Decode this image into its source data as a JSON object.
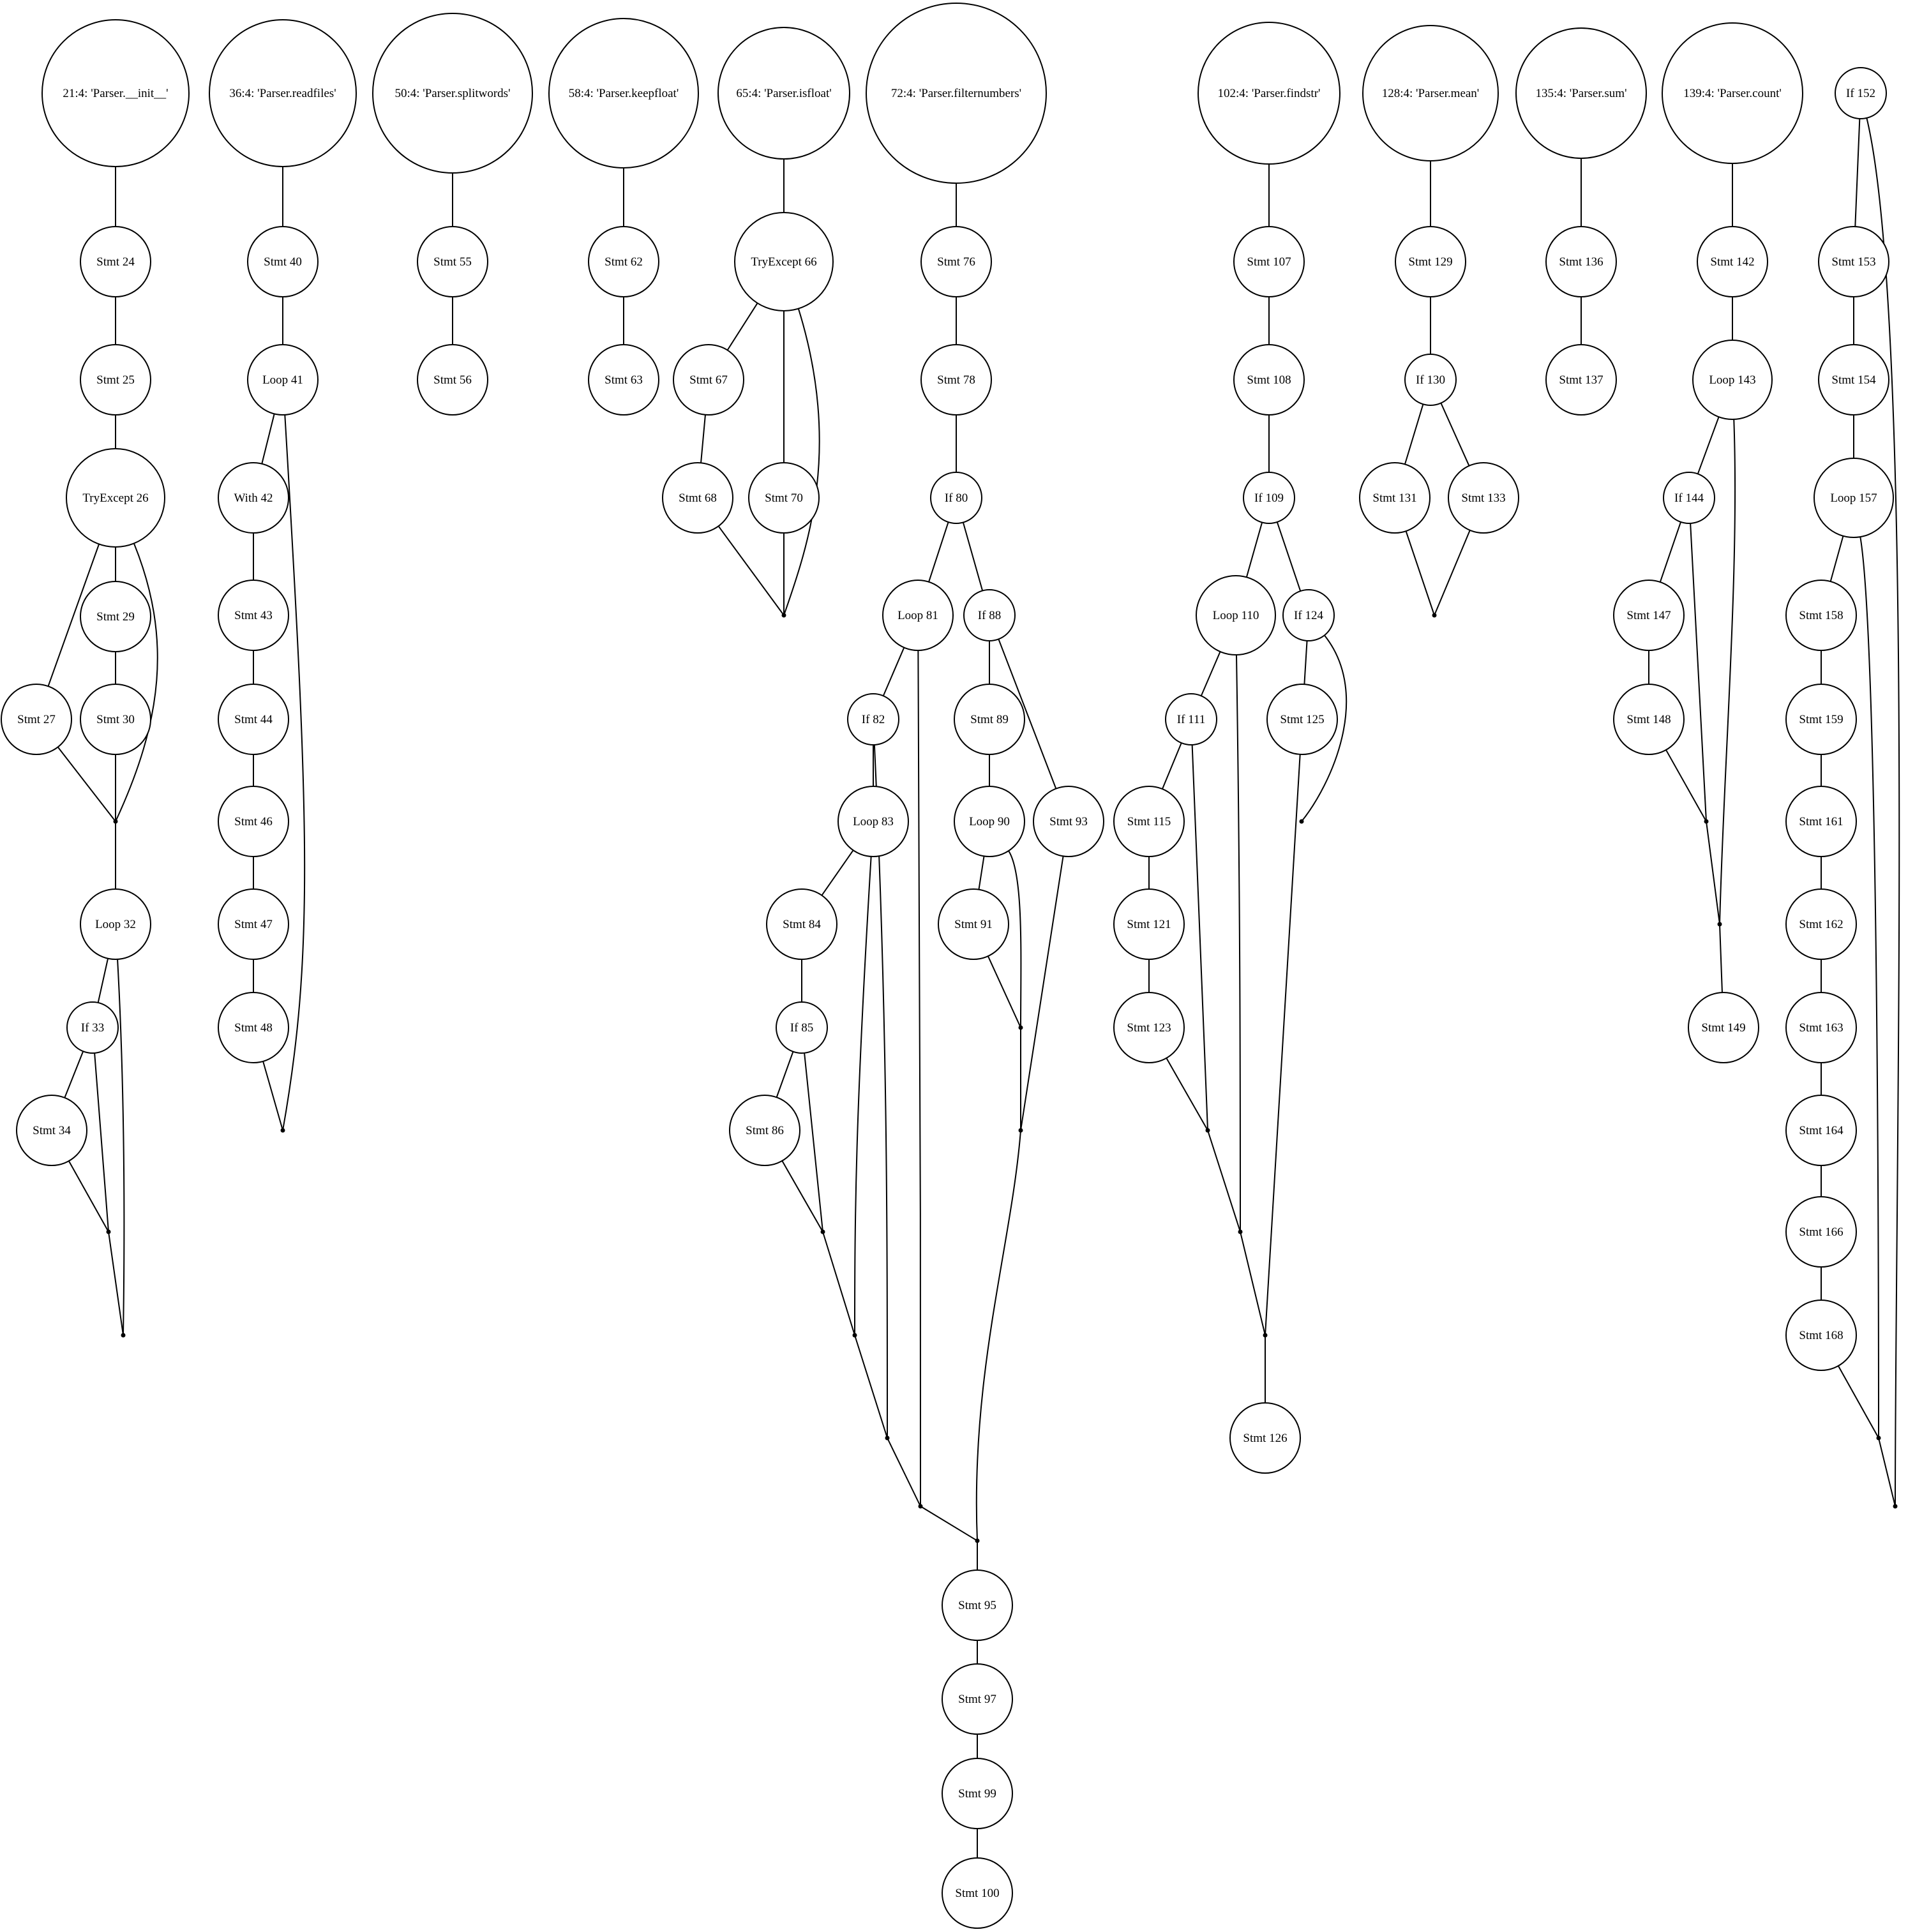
{
  "graph": {
    "nodes": [
      {
        "id": "n21",
        "label": "21:4: 'Parser.__init__'"
      },
      {
        "id": "n24",
        "label": "Stmt 24"
      },
      {
        "id": "n25",
        "label": "Stmt 25"
      },
      {
        "id": "n26",
        "label": "TryExcept 26"
      },
      {
        "id": "n27",
        "label": "Stmt 27"
      },
      {
        "id": "n29",
        "label": "Stmt 29"
      },
      {
        "id": "n30",
        "label": "Stmt 30"
      },
      {
        "id": "n32",
        "label": "Loop 32"
      },
      {
        "id": "n33",
        "label": "If 33"
      },
      {
        "id": "n34",
        "label": "Stmt 34"
      },
      {
        "id": "n36",
        "label": "36:4: 'Parser.readfiles'"
      },
      {
        "id": "n40",
        "label": "Stmt 40"
      },
      {
        "id": "n41",
        "label": "Loop 41"
      },
      {
        "id": "n42",
        "label": "With 42"
      },
      {
        "id": "n43",
        "label": "Stmt 43"
      },
      {
        "id": "n44",
        "label": "Stmt 44"
      },
      {
        "id": "n46",
        "label": "Stmt 46"
      },
      {
        "id": "n47",
        "label": "Stmt 47"
      },
      {
        "id": "n48",
        "label": "Stmt 48"
      },
      {
        "id": "n50",
        "label": "50:4: 'Parser.splitwords'"
      },
      {
        "id": "n55",
        "label": "Stmt 55"
      },
      {
        "id": "n56",
        "label": "Stmt 56"
      },
      {
        "id": "n58",
        "label": "58:4: 'Parser.keepfloat'"
      },
      {
        "id": "n62",
        "label": "Stmt 62"
      },
      {
        "id": "n63",
        "label": "Stmt 63"
      },
      {
        "id": "n65",
        "label": "65:4: 'Parser.isfloat'"
      },
      {
        "id": "n66",
        "label": "TryExcept 66"
      },
      {
        "id": "n67",
        "label": "Stmt 67"
      },
      {
        "id": "n68",
        "label": "Stmt 68"
      },
      {
        "id": "n70",
        "label": "Stmt 70"
      },
      {
        "id": "n72",
        "label": "72:4: 'Parser.filternumbers'"
      },
      {
        "id": "n76",
        "label": "Stmt 76"
      },
      {
        "id": "n78",
        "label": "Stmt 78"
      },
      {
        "id": "n80",
        "label": "If 80"
      },
      {
        "id": "n81",
        "label": "Loop 81"
      },
      {
        "id": "n82",
        "label": "If 82"
      },
      {
        "id": "n83",
        "label": "Loop 83"
      },
      {
        "id": "n84",
        "label": "Stmt 84"
      },
      {
        "id": "n85",
        "label": "If 85"
      },
      {
        "id": "n86",
        "label": "Stmt 86"
      },
      {
        "id": "n88",
        "label": "If 88"
      },
      {
        "id": "n89",
        "label": "Stmt 89"
      },
      {
        "id": "n90",
        "label": "Loop 90"
      },
      {
        "id": "n91",
        "label": "Stmt 91"
      },
      {
        "id": "n93",
        "label": "Stmt 93"
      },
      {
        "id": "n95",
        "label": "Stmt 95"
      },
      {
        "id": "n97",
        "label": "Stmt 97"
      },
      {
        "id": "n99",
        "label": "Stmt 99"
      },
      {
        "id": "n100",
        "label": "Stmt 100"
      },
      {
        "id": "n102",
        "label": "102:4: 'Parser.findstr'"
      },
      {
        "id": "n107",
        "label": "Stmt 107"
      },
      {
        "id": "n108",
        "label": "Stmt 108"
      },
      {
        "id": "n109",
        "label": "If 109"
      },
      {
        "id": "n110",
        "label": "Loop 110"
      },
      {
        "id": "n111",
        "label": "If 111"
      },
      {
        "id": "n115",
        "label": "Stmt 115"
      },
      {
        "id": "n121",
        "label": "Stmt 121"
      },
      {
        "id": "n123",
        "label": "Stmt 123"
      },
      {
        "id": "n124",
        "label": "If 124"
      },
      {
        "id": "n125",
        "label": "Stmt 125"
      },
      {
        "id": "n126",
        "label": "Stmt 126"
      },
      {
        "id": "n128",
        "label": "128:4: 'Parser.mean'"
      },
      {
        "id": "n129",
        "label": "Stmt 129"
      },
      {
        "id": "n130",
        "label": "If 130"
      },
      {
        "id": "n131",
        "label": "Stmt 131"
      },
      {
        "id": "n133",
        "label": "Stmt 133"
      },
      {
        "id": "n135",
        "label": "135:4: 'Parser.sum'"
      },
      {
        "id": "n136",
        "label": "Stmt 136"
      },
      {
        "id": "n137",
        "label": "Stmt 137"
      },
      {
        "id": "n139",
        "label": "139:4: 'Parser.count'"
      },
      {
        "id": "n142",
        "label": "Stmt 142"
      },
      {
        "id": "n143",
        "label": "Loop 143"
      },
      {
        "id": "n144",
        "label": "If 144"
      },
      {
        "id": "n147",
        "label": "Stmt 147"
      },
      {
        "id": "n148",
        "label": "Stmt 148"
      },
      {
        "id": "n149",
        "label": "Stmt 149"
      },
      {
        "id": "n152",
        "label": "If 152"
      },
      {
        "id": "n153",
        "label": "Stmt 153"
      },
      {
        "id": "n154",
        "label": "Stmt 154"
      },
      {
        "id": "n157",
        "label": "Loop 157"
      },
      {
        "id": "n158",
        "label": "Stmt 158"
      },
      {
        "id": "n159",
        "label": "Stmt 159"
      },
      {
        "id": "n161",
        "label": "Stmt 161"
      },
      {
        "id": "n162",
        "label": "Stmt 162"
      },
      {
        "id": "n163",
        "label": "Stmt 163"
      },
      {
        "id": "n164",
        "label": "Stmt 164"
      },
      {
        "id": "n166",
        "label": "Stmt 166"
      },
      {
        "id": "n168",
        "label": "Stmt 168"
      }
    ],
    "edges": [
      [
        "n21",
        "n24"
      ],
      [
        "n24",
        "n25"
      ],
      [
        "n25",
        "n26"
      ],
      [
        "n26",
        "n27"
      ],
      [
        "n26",
        "n29"
      ],
      [
        "n29",
        "n30"
      ],
      [
        "n26",
        "j1"
      ],
      [
        "n27",
        "j1"
      ],
      [
        "n30",
        "j1"
      ],
      [
        "j1",
        "n32"
      ],
      [
        "n32",
        "n33"
      ],
      [
        "n33",
        "n34"
      ],
      [
        "n33",
        "j2"
      ],
      [
        "n34",
        "j2"
      ],
      [
        "n32",
        "j3"
      ],
      [
        "j2",
        "j3"
      ],
      [
        "n36",
        "n40"
      ],
      [
        "n40",
        "n41"
      ],
      [
        "n41",
        "n42"
      ],
      [
        "n42",
        "n43"
      ],
      [
        "n43",
        "n44"
      ],
      [
        "n44",
        "n46"
      ],
      [
        "n46",
        "n47"
      ],
      [
        "n47",
        "n48"
      ],
      [
        "n41",
        "j4"
      ],
      [
        "n48",
        "j4"
      ],
      [
        "n50",
        "n55"
      ],
      [
        "n55",
        "n56"
      ],
      [
        "n58",
        "n62"
      ],
      [
        "n62",
        "n63"
      ],
      [
        "n65",
        "n66"
      ],
      [
        "n66",
        "n67"
      ],
      [
        "n67",
        "n68"
      ],
      [
        "n66",
        "n70"
      ],
      [
        "n68",
        "j5"
      ],
      [
        "n70",
        "j5"
      ],
      [
        "n66",
        "j5"
      ],
      [
        "n72",
        "n76"
      ],
      [
        "n76",
        "n78"
      ],
      [
        "n78",
        "n80"
      ],
      [
        "n80",
        "n81"
      ],
      [
        "n80",
        "n88"
      ],
      [
        "n81",
        "n82"
      ],
      [
        "n82",
        "n83"
      ],
      [
        "n83",
        "n84"
      ],
      [
        "n84",
        "n85"
      ],
      [
        "n85",
        "n86"
      ],
      [
        "n86",
        "j6"
      ],
      [
        "n85",
        "j6"
      ],
      [
        "j6",
        "j7"
      ],
      [
        "n83",
        "j7"
      ],
      [
        "j7",
        "j8"
      ],
      [
        "n82",
        "j8"
      ],
      [
        "j8",
        "j9"
      ],
      [
        "n81",
        "j9"
      ],
      [
        "n88",
        "n89"
      ],
      [
        "n89",
        "n90"
      ],
      [
        "n90",
        "n91"
      ],
      [
        "n91",
        "j10"
      ],
      [
        "n90",
        "j10"
      ],
      [
        "j10",
        "j11"
      ],
      [
        "n88",
        "n93"
      ],
      [
        "n93",
        "j11"
      ],
      [
        "j9",
        "j12"
      ],
      [
        "j11",
        "j12"
      ],
      [
        "j12",
        "n95"
      ],
      [
        "n95",
        "n97"
      ],
      [
        "n97",
        "n99"
      ],
      [
        "n99",
        "n100"
      ],
      [
        "n102",
        "n107"
      ],
      [
        "n107",
        "n108"
      ],
      [
        "n108",
        "n109"
      ],
      [
        "n109",
        "n110"
      ],
      [
        "n109",
        "n124"
      ],
      [
        "n110",
        "n111"
      ],
      [
        "n111",
        "n115"
      ],
      [
        "n115",
        "n121"
      ],
      [
        "n121",
        "n123"
      ],
      [
        "n123",
        "j13"
      ],
      [
        "n111",
        "j13"
      ],
      [
        "j13",
        "j14"
      ],
      [
        "n110",
        "j14"
      ],
      [
        "n124",
        "n125"
      ],
      [
        "n125",
        "j16"
      ],
      [
        "n124",
        "j15"
      ],
      [
        "j14",
        "j16"
      ],
      [
        "j16",
        "n126"
      ],
      [
        "n128",
        "n129"
      ],
      [
        "n129",
        "n130"
      ],
      [
        "n130",
        "n131"
      ],
      [
        "n130",
        "n133"
      ],
      [
        "n131",
        "j17"
      ],
      [
        "n133",
        "j17"
      ],
      [
        "n135",
        "n136"
      ],
      [
        "n136",
        "n137"
      ],
      [
        "n139",
        "n142"
      ],
      [
        "n142",
        "n143"
      ],
      [
        "n143",
        "n144"
      ],
      [
        "n144",
        "n147"
      ],
      [
        "n147",
        "n148"
      ],
      [
        "n148",
        "j18"
      ],
      [
        "n144",
        "j18"
      ],
      [
        "j18",
        "j19"
      ],
      [
        "n143",
        "j19"
      ],
      [
        "j19",
        "n149"
      ],
      [
        "n152",
        "n153"
      ],
      [
        "n153",
        "n154"
      ],
      [
        "n154",
        "n157"
      ],
      [
        "n157",
        "n158"
      ],
      [
        "n158",
        "n159"
      ],
      [
        "n159",
        "n161"
      ],
      [
        "n161",
        "n162"
      ],
      [
        "n162",
        "n163"
      ],
      [
        "n163",
        "n164"
      ],
      [
        "n164",
        "n166"
      ],
      [
        "n166",
        "n168"
      ],
      [
        "n168",
        "j20"
      ],
      [
        "n157",
        "j20"
      ],
      [
        "j20",
        "j21"
      ],
      [
        "n152",
        "j21"
      ]
    ]
  }
}
